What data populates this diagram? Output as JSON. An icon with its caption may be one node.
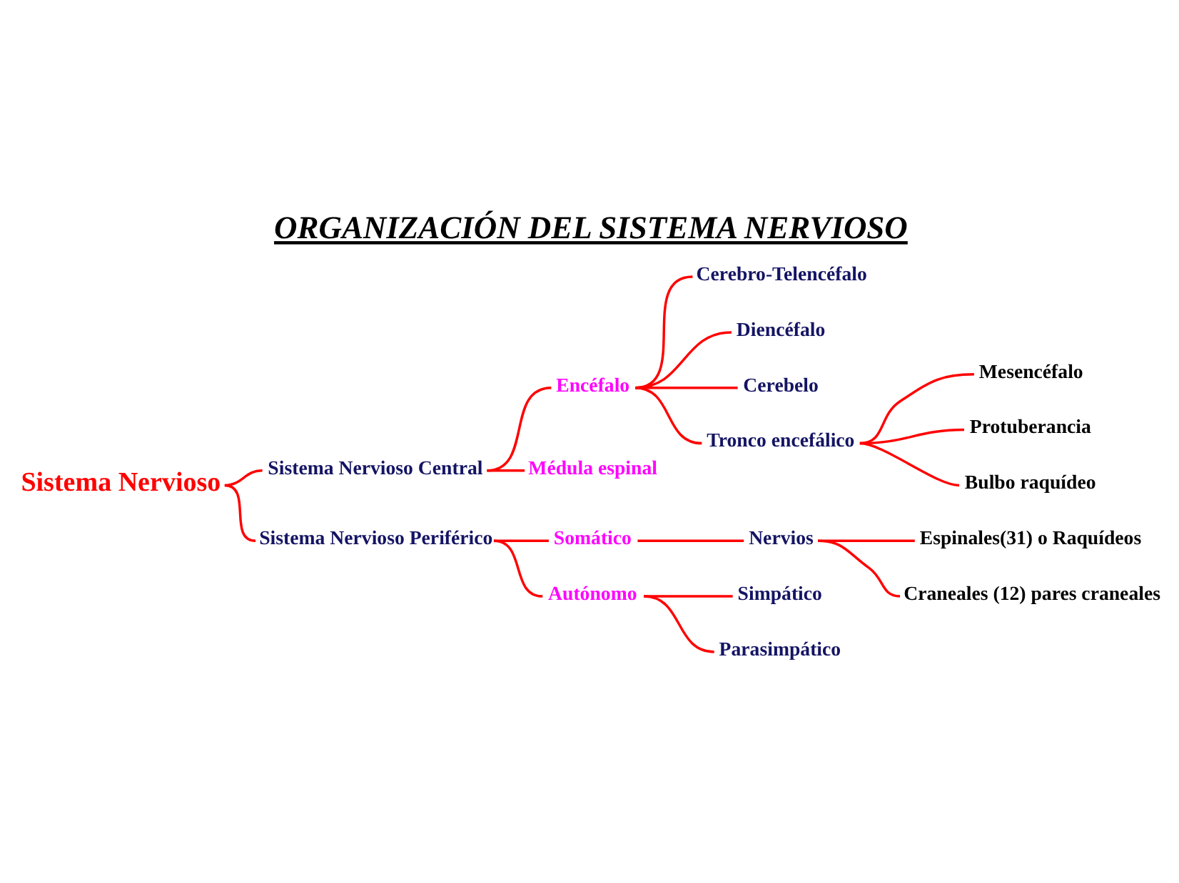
{
  "diagram": {
    "title": "ORGANIZACIÓN DEL SISTEMA NERVIOSO",
    "nodes": [
      {
        "text": [
          "Sistema Nervioso"
        ]
      },
      {
        "text": [
          "Sistema Nervioso Central"
        ]
      },
      {
        "text": [
          "Sistema Nervioso Periférico"
        ]
      },
      {
        "text": [
          "Encéfalo"
        ]
      },
      {
        "text": [
          "Médula espinal"
        ]
      },
      {
        "text": [
          "Cerebro-Telencéfalo"
        ]
      },
      {
        "text": [
          "Diencéfalo"
        ]
      },
      {
        "text": [
          "Cerebelo"
        ]
      },
      {
        "text": [
          "Tronco encefálico"
        ]
      },
      {
        "text": [
          "Mesencéfalo"
        ]
      },
      {
        "text": [
          "Protuberancia"
        ]
      },
      {
        "text": [
          "Bulbo raquídeo"
        ]
      },
      {
        "text": [
          "Somático"
        ]
      },
      {
        "text": [
          "Autónomo"
        ]
      },
      {
        "text": [
          "Nervios"
        ]
      },
      {
        "text": [
          "Espinales(31) o Raquídeos"
        ]
      },
      {
        "text": [
          "Craneales (12) pares craneales"
        ]
      },
      {
        "text": [
          "Simpático"
        ]
      },
      {
        "text": [
          "Parasimpático"
        ]
      }
    ],
    "edges": [
      {
        "from": 0,
        "to": 1,
        "arrow": "none"
      },
      {
        "from": 0,
        "to": 2,
        "arrow": "none"
      },
      {
        "from": 1,
        "to": 3,
        "arrow": "none"
      },
      {
        "from": 1,
        "to": 4,
        "arrow": "none"
      },
      {
        "from": 3,
        "to": 5,
        "arrow": "none"
      },
      {
        "from": 3,
        "to": 6,
        "arrow": "none"
      },
      {
        "from": 3,
        "to": 7,
        "arrow": "none"
      },
      {
        "from": 3,
        "to": 8,
        "arrow": "none"
      },
      {
        "from": 8,
        "to": 9,
        "arrow": "none"
      },
      {
        "from": 8,
        "to": 10,
        "arrow": "none"
      },
      {
        "from": 8,
        "to": 11,
        "arrow": "none"
      },
      {
        "from": 2,
        "to": 12,
        "arrow": "none"
      },
      {
        "from": 2,
        "to": 13,
        "arrow": "none"
      },
      {
        "from": 12,
        "to": 14,
        "arrow": "none"
      },
      {
        "from": 14,
        "to": 15,
        "arrow": "none"
      },
      {
        "from": 14,
        "to": 16,
        "arrow": "none"
      },
      {
        "from": 13,
        "to": 17,
        "arrow": "none"
      },
      {
        "from": 13,
        "to": 18,
        "arrow": "none"
      }
    ]
  }
}
